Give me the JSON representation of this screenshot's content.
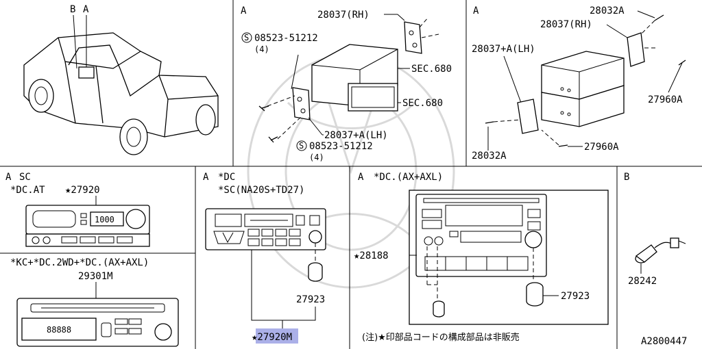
{
  "truck": {
    "label_b": "B",
    "label_a": "A"
  },
  "panel_tm": {
    "view": "A",
    "bracket_rh": "28037(RH)",
    "screw_top": "08523-51212",
    "screw_top_qty": "(4)",
    "sec_upper": "SEC.680",
    "sec_lower": "SEC.680",
    "bracket_lh": "28037+A(LH)",
    "screw_bottom": "08523-51212",
    "screw_bottom_qty": "(4)",
    "screw_symbol": "S"
  },
  "panel_tr": {
    "view": "A",
    "screw_top": "28032A",
    "bracket_rh": "28037(RH)",
    "bracket_lh": "28037+A(LH)",
    "bolt_right": "27960A",
    "screw_bottom": "28032A",
    "bolt_bottom": "27960A"
  },
  "panel_sc": {
    "view": "A",
    "model": "SC",
    "variant": "*DC.AT",
    "part": "★27920",
    "display": "1000"
  },
  "panel_kc": {
    "condition": "*KC+*DC.2WD+*DC.(AX+AXL)",
    "part": "29301M",
    "display": "88888"
  },
  "panel_dc": {
    "view": "A",
    "line1": "*DC",
    "line2": "*SC(NA20S+TD27)",
    "knob": "27923",
    "part": "★27920M"
  },
  "panel_axl": {
    "view": "A",
    "condition": "*DC.(AX+AXL)",
    "part": "★28188",
    "knob": "27923",
    "note": "(注)★印部品コードの構成部品は非販売"
  },
  "panel_b": {
    "view": "B",
    "part": "28242"
  },
  "diagram_code": "A2800447"
}
